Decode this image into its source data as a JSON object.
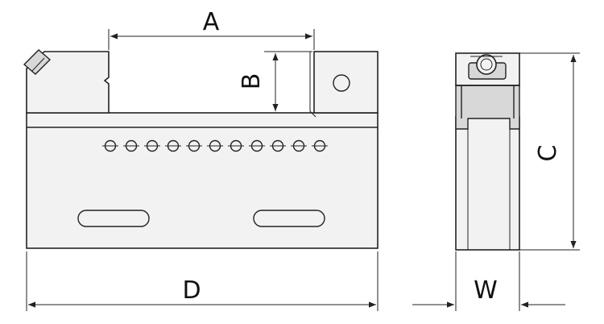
{
  "dimensions": {
    "a": "A",
    "b": "B",
    "c": "C",
    "d": "D",
    "w": "W"
  },
  "colors": {
    "body_fill": "#f2f2f2",
    "shade_fill": "#d8d8d8",
    "stroke": "#222222"
  }
}
